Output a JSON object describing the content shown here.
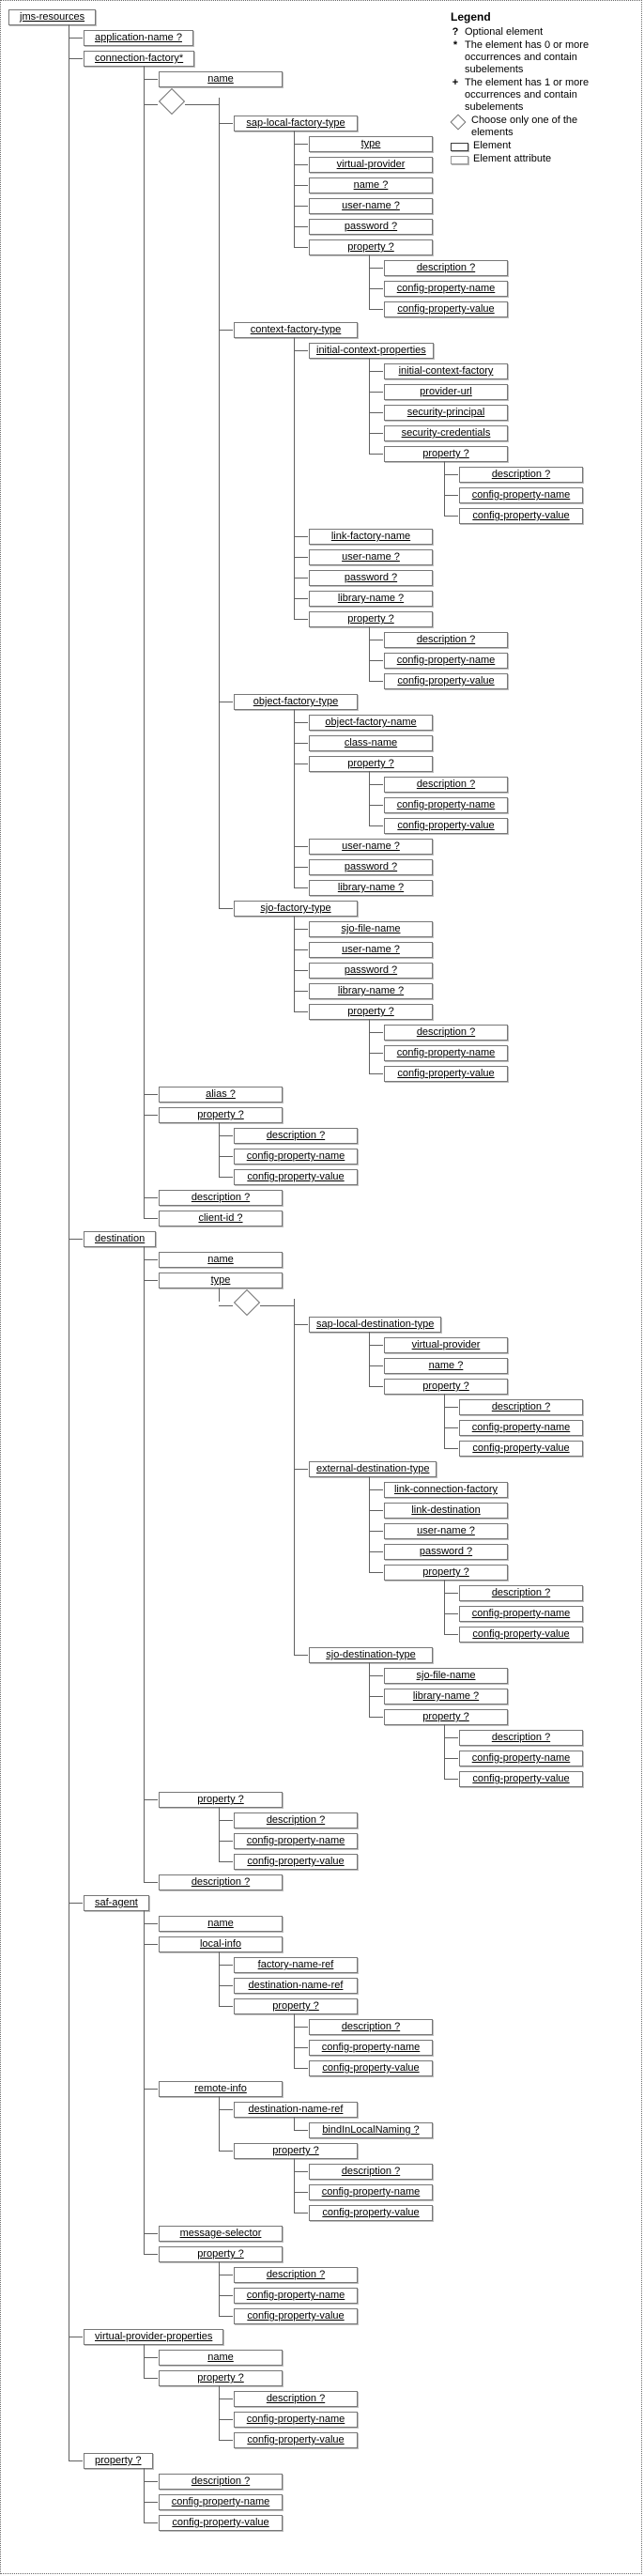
{
  "legend": {
    "title": "Legend",
    "items": [
      {
        "symbol": "?",
        "text": "Optional element"
      },
      {
        "symbol": "*",
        "text": "The element has 0 or more occurrences and contain subelements"
      },
      {
        "symbol": "+",
        "text": "The element has 1 or more occurrences and contain subelements"
      },
      {
        "symbol": "diamond",
        "text": "Choose only one of the elements"
      },
      {
        "symbol": "element-box",
        "text": "Element"
      },
      {
        "symbol": "attribute-box",
        "text": "Element attribute"
      }
    ]
  },
  "tree": {
    "label": "jms-resources",
    "children": [
      {
        "label": "application-name ?"
      },
      {
        "label": "connection-factory*",
        "children": [
          {
            "label": "name"
          },
          {
            "type": "choice",
            "children": [
              {
                "label": "sap-local-factory-type",
                "children": [
                  {
                    "label": "type"
                  },
                  {
                    "label": "virtual-provider"
                  },
                  {
                    "label": "name ?"
                  },
                  {
                    "label": "user-name ?"
                  },
                  {
                    "label": "password ?"
                  },
                  {
                    "label": "property ?",
                    "children": [
                      {
                        "label": "description ?"
                      },
                      {
                        "label": "config-property-name"
                      },
                      {
                        "label": "config-property-value"
                      }
                    ]
                  }
                ]
              },
              {
                "label": "context-factory-type",
                "children": [
                  {
                    "label": "initial-context-properties",
                    "children": [
                      {
                        "label": "initial-context-factory"
                      },
                      {
                        "label": "provider-url"
                      },
                      {
                        "label": "security-principal"
                      },
                      {
                        "label": "security-credentials"
                      },
                      {
                        "label": "property ?",
                        "children": [
                          {
                            "label": "description ?"
                          },
                          {
                            "label": "config-property-name"
                          },
                          {
                            "label": "config-property-value"
                          }
                        ]
                      }
                    ]
                  },
                  {
                    "label": "link-factory-name"
                  },
                  {
                    "label": "user-name ?"
                  },
                  {
                    "label": "password ?"
                  },
                  {
                    "label": "library-name ?"
                  },
                  {
                    "label": "property ?",
                    "children": [
                      {
                        "label": "description ?"
                      },
                      {
                        "label": "config-property-name"
                      },
                      {
                        "label": "config-property-value"
                      }
                    ]
                  }
                ]
              },
              {
                "label": "object-factory-type",
                "children": [
                  {
                    "label": "object-factory-name"
                  },
                  {
                    "label": "class-name"
                  },
                  {
                    "label": "property ?",
                    "children": [
                      {
                        "label": "description ?"
                      },
                      {
                        "label": "config-property-name"
                      },
                      {
                        "label": "config-property-value"
                      }
                    ]
                  },
                  {
                    "label": "user-name ?"
                  },
                  {
                    "label": "password ?"
                  },
                  {
                    "label": "library-name ?"
                  }
                ]
              },
              {
                "label": "sjo-factory-type",
                "children": [
                  {
                    "label": "sjo-file-name"
                  },
                  {
                    "label": "user-name ?"
                  },
                  {
                    "label": "password ?"
                  },
                  {
                    "label": "library-name ?"
                  },
                  {
                    "label": "property ?",
                    "children": [
                      {
                        "label": "description ?"
                      },
                      {
                        "label": "config-property-name"
                      },
                      {
                        "label": "config-property-value"
                      }
                    ]
                  }
                ]
              }
            ]
          },
          {
            "label": "alias ?"
          },
          {
            "label": "property ?",
            "children": [
              {
                "label": "description ?"
              },
              {
                "label": "config-property-name"
              },
              {
                "label": "config-property-value"
              }
            ]
          },
          {
            "label": "description ?"
          },
          {
            "label": "client-id ?"
          }
        ]
      },
      {
        "label": "destination",
        "children": [
          {
            "label": "name"
          },
          {
            "label": "type",
            "children": [
              {
                "type": "choice",
                "children": [
                  {
                    "label": "sap-local-destination-type",
                    "children": [
                      {
                        "label": "virtual-provider"
                      },
                      {
                        "label": "name ?"
                      },
                      {
                        "label": "property ?",
                        "children": [
                          {
                            "label": "description ?"
                          },
                          {
                            "label": "config-property-name"
                          },
                          {
                            "label": "config-property-value"
                          }
                        ]
                      }
                    ]
                  },
                  {
                    "label": "external-destination-type",
                    "children": [
                      {
                        "label": "link-connection-factory"
                      },
                      {
                        "label": "link-destination"
                      },
                      {
                        "label": "user-name ?"
                      },
                      {
                        "label": "password ?"
                      },
                      {
                        "label": "property ?",
                        "children": [
                          {
                            "label": "description ?"
                          },
                          {
                            "label": "config-property-name"
                          },
                          {
                            "label": "config-property-value"
                          }
                        ]
                      }
                    ]
                  },
                  {
                    "label": "sjo-destination-type",
                    "children": [
                      {
                        "label": "sjo-file-name"
                      },
                      {
                        "label": "library-name ?"
                      },
                      {
                        "label": "property ?",
                        "children": [
                          {
                            "label": "description ?"
                          },
                          {
                            "label": "config-property-name"
                          },
                          {
                            "label": "config-property-value"
                          }
                        ]
                      }
                    ]
                  }
                ]
              }
            ]
          },
          {
            "label": "property ?",
            "children": [
              {
                "label": "description ?"
              },
              {
                "label": "config-property-name"
              },
              {
                "label": "config-property-value"
              }
            ]
          },
          {
            "label": "description ?"
          }
        ]
      },
      {
        "label": "saf-agent",
        "children": [
          {
            "label": "name"
          },
          {
            "label": "local-info",
            "children": [
              {
                "label": "factory-name-ref"
              },
              {
                "label": "destination-name-ref"
              },
              {
                "label": "property ?",
                "children": [
                  {
                    "label": "description ?"
                  },
                  {
                    "label": "config-property-name"
                  },
                  {
                    "label": "config-property-value"
                  }
                ]
              }
            ]
          },
          {
            "label": "remote-info",
            "children": [
              {
                "label": "destination-name-ref",
                "children": [
                  {
                    "label": "bindInLocalNaming ?"
                  }
                ]
              },
              {
                "label": "property ?",
                "children": [
                  {
                    "label": "description ?"
                  },
                  {
                    "label": "config-property-name"
                  },
                  {
                    "label": "config-property-value"
                  }
                ]
              }
            ]
          },
          {
            "label": "message-selector"
          },
          {
            "label": "property ?",
            "children": [
              {
                "label": "description ?"
              },
              {
                "label": "config-property-name"
              },
              {
                "label": "config-property-value"
              }
            ]
          }
        ]
      },
      {
        "label": "virtual-provider-properties",
        "children": [
          {
            "label": "name"
          },
          {
            "label": "property ?",
            "children": [
              {
                "label": "description ?"
              },
              {
                "label": "config-property-name"
              },
              {
                "label": "config-property-value"
              }
            ]
          }
        ]
      },
      {
        "label": "property ?",
        "children": [
          {
            "label": "description ?"
          },
          {
            "label": "config-property-name"
          },
          {
            "label": "config-property-value"
          }
        ]
      }
    ]
  }
}
